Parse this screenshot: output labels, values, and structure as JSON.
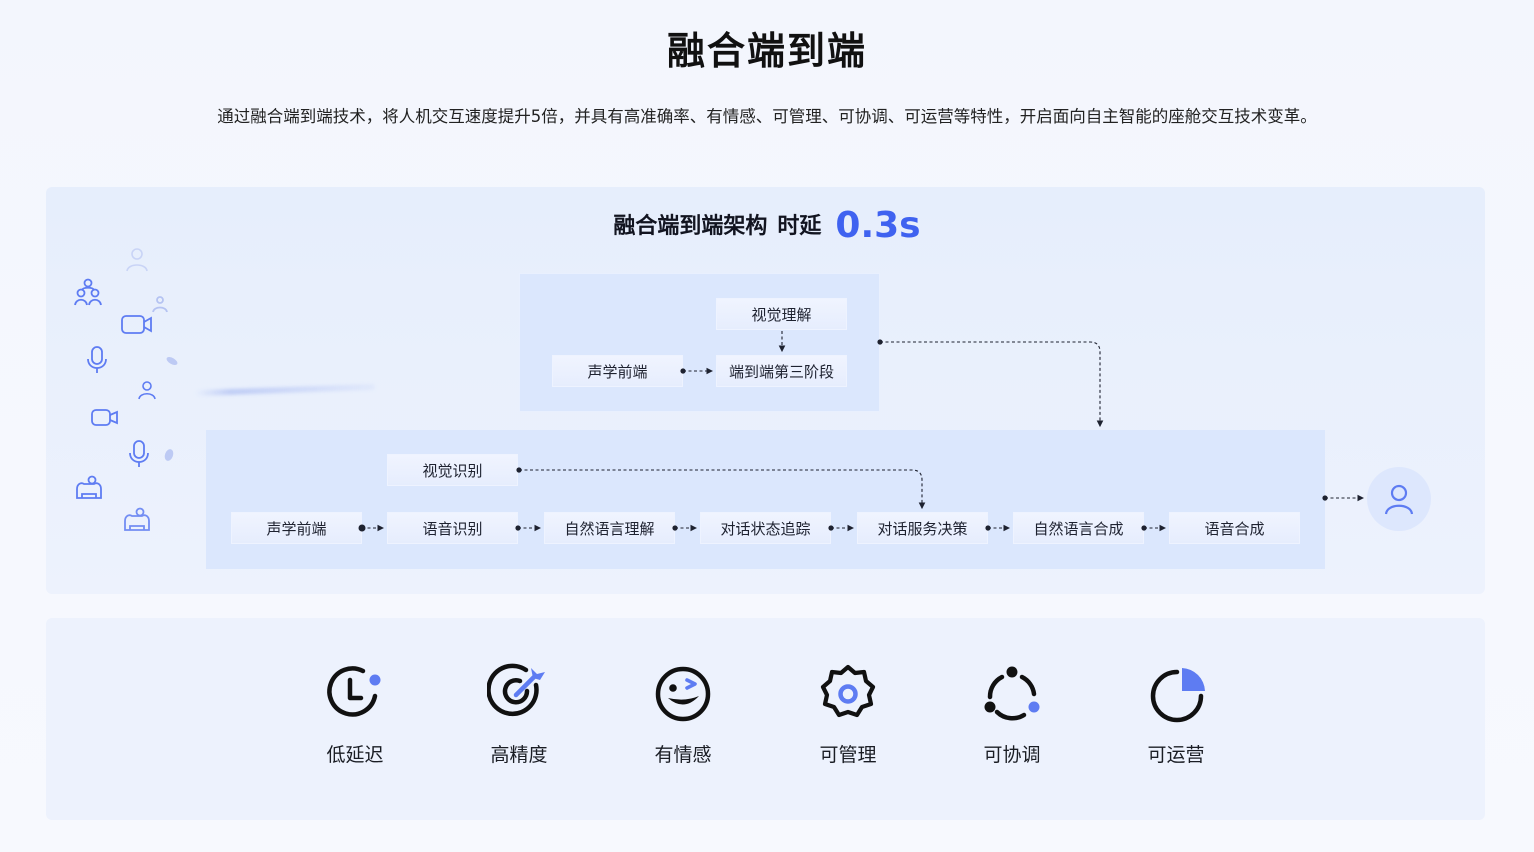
{
  "header": {
    "title": "融合端到端",
    "subtitle": "通过融合端到端技术，将人机交互速度提升5倍，并具有高准确率、有情感、可管理、可协调、可运营等特性，开启面向自主智能的座舱交互技术变革。"
  },
  "architecture": {
    "title": "融合端到端架构",
    "latency_label": "时延",
    "latency_value": "0.3s",
    "upper_nodes": {
      "visual_understanding": "视觉理解",
      "acoustic_frontend": "声学前端",
      "e2e_stage3": "端到端第三阶段"
    },
    "lower_nodes": {
      "visual_recognition": "视觉识别",
      "acoustic_frontend": "声学前端",
      "speech_recognition": "语音识别",
      "nlu": "自然语言理解",
      "dialog_state_tracking": "对话状态追踪",
      "dialog_policy": "对话服务决策",
      "nlg": "自然语言合成",
      "tts": "语音合成"
    }
  },
  "features": [
    {
      "label": "低延迟",
      "icon": "clock-latency-icon"
    },
    {
      "label": "高精度",
      "icon": "target-precision-icon"
    },
    {
      "label": "有情感",
      "icon": "wink-face-icon"
    },
    {
      "label": "可管理",
      "icon": "gear-manage-icon"
    },
    {
      "label": "可协调",
      "icon": "cycle-coordinate-icon"
    },
    {
      "label": "可运营",
      "icon": "pie-operate-icon"
    }
  ],
  "colors": {
    "accent": "#3f62f0",
    "icon_blue": "#5e7cf2",
    "panel": "#dbe7fd"
  }
}
